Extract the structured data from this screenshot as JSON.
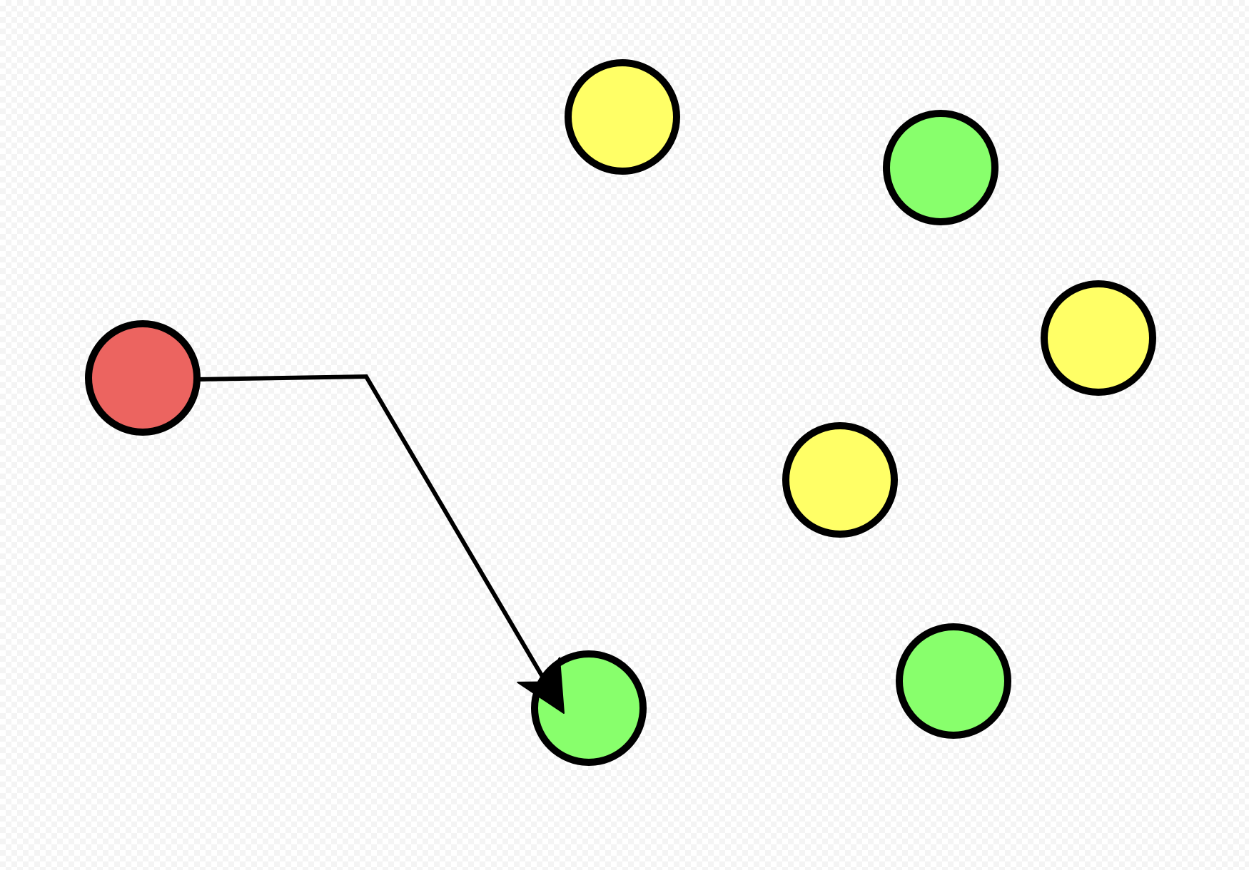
{
  "colors": {
    "red": "#ec6460",
    "yellow": "#ffff66",
    "green": "#88ff6c",
    "stroke": "#000000"
  },
  "nodes": [
    {
      "id": "node-red",
      "color": "red"
    },
    {
      "id": "node-yellow-top",
      "color": "yellow"
    },
    {
      "id": "node-green-top-right",
      "color": "green"
    },
    {
      "id": "node-yellow-right",
      "color": "yellow"
    },
    {
      "id": "node-yellow-center",
      "color": "yellow"
    },
    {
      "id": "node-green-bottom-right",
      "color": "green"
    },
    {
      "id": "node-green-bottom",
      "color": "green"
    }
  ],
  "edges": [
    {
      "id": "edge-red-to-green-bottom",
      "from": "node-red",
      "to": "node-green-bottom",
      "arrow": "end"
    }
  ]
}
